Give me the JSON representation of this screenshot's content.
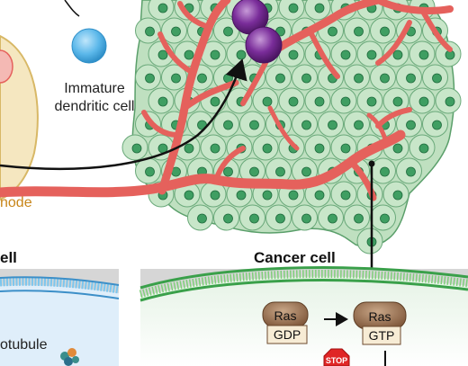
{
  "labels": {
    "immature_dendritic_cell_line1": "Immature",
    "immature_dendritic_cell_line2": "dendritic cell",
    "lymph_node_fragment": "node",
    "left_cell_fragment": "ell",
    "cancer_cell": "Cancer cell",
    "microtubule_fragment": "otubule",
    "ras_1": "Ras",
    "gdp": "GDP",
    "ras_2": "Ras",
    "gtp": "GTP",
    "stop": "STOP"
  },
  "colors": {
    "tumor_fill": "#bfe0c0",
    "nucleus": "#3f9e62",
    "vessel": "#e5615c",
    "purple_cell": "#7a2d9a",
    "blue_cell": "#5cb8ea",
    "lymph_node": "#f5e7c0",
    "membrane": "#3aa04a",
    "ras_brown": "#9b7050",
    "stop_red": "#e02626"
  }
}
